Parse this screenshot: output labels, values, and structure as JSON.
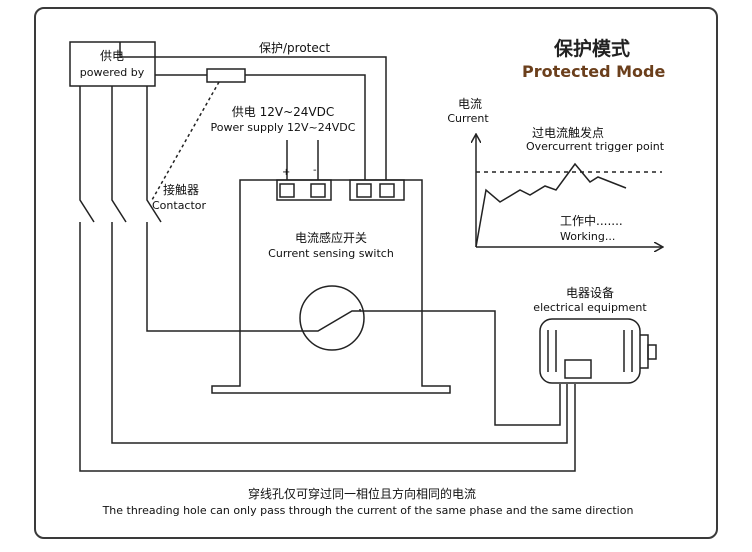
{
  "title": {
    "zh": "保护模式",
    "en": "Protected Mode"
  },
  "power_source": {
    "zh": "供电",
    "en": "powered by"
  },
  "protect_label": "保护/protect",
  "power_supply": {
    "zh": "供电 12V~24VDC",
    "en": "Power supply 12V~24VDC"
  },
  "polarity": {
    "plus": "+",
    "minus": "-"
  },
  "contactor": {
    "zh": "接触器",
    "en": "Contactor"
  },
  "switch": {
    "zh": "电流感应开关",
    "en": "Current sensing switch"
  },
  "equipment": {
    "zh": "电器设备",
    "en": "electrical equipment"
  },
  "graph": {
    "y_axis": {
      "zh": "电流",
      "en": "Current"
    },
    "trigger": {
      "zh": "过电流触发点",
      "en": "Overcurrent trigger point"
    },
    "working": {
      "zh": "工作中.......",
      "en": "Working..."
    }
  },
  "footer": {
    "zh": "穿线孔仅可穿过同一相位且方向相同的电流",
    "en": "The threading hole can only pass through the current of the same phase and the same direction"
  }
}
